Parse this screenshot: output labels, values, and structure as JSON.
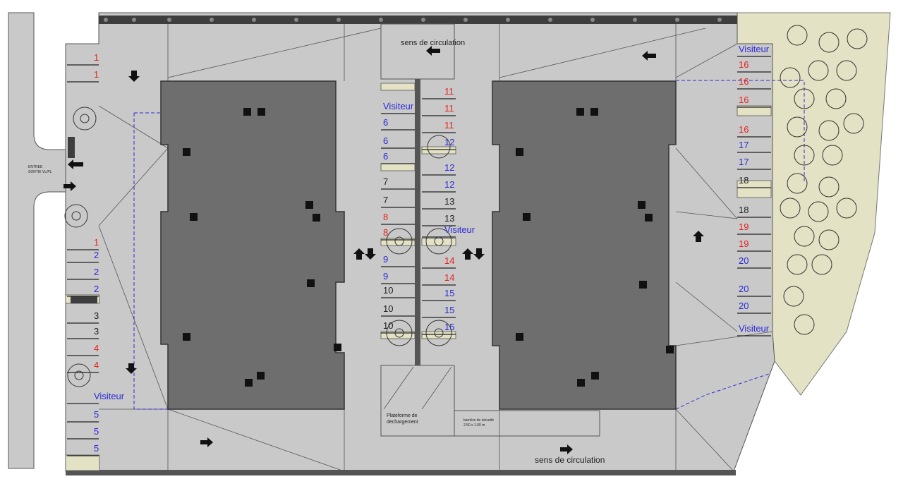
{
  "colors": {
    "red": "#e8221c",
    "blue": "#2a2ad6",
    "black": "#222222",
    "building": "#6e6e6e",
    "ground": "#c9c9c9",
    "green": "#e4e2c4"
  },
  "labels": {
    "circulation_top": "sens de circulation",
    "circulation_bottom": "sens de circulation",
    "entree": "ENTREE",
    "sortie": "SORTIE VL/PL",
    "plateforme_1": "Plateforme de",
    "plateforme_2": "dechargement",
    "barriere_1": "barrière de sécurité",
    "barriere_2": "2.50 x 1.00 m"
  },
  "parking_left": [
    {
      "text": "1",
      "c": "red"
    },
    {
      "text": "1",
      "c": "red"
    },
    {
      "text": "1",
      "c": "red"
    },
    {
      "text": "2",
      "c": "blue"
    },
    {
      "text": "2",
      "c": "blue"
    },
    {
      "text": "2",
      "c": "blue"
    },
    {
      "text": "3",
      "c": "black"
    },
    {
      "text": "3",
      "c": "black"
    },
    {
      "text": "4",
      "c": "red"
    },
    {
      "text": "4",
      "c": "red"
    },
    {
      "text": "Visiteur",
      "c": "blue"
    },
    {
      "text": "5",
      "c": "blue"
    },
    {
      "text": "5",
      "c": "blue"
    },
    {
      "text": "5",
      "c": "blue"
    }
  ],
  "parking_mid_left": [
    {
      "text": "Visiteur",
      "c": "blue"
    },
    {
      "text": "6",
      "c": "blue"
    },
    {
      "text": "6",
      "c": "blue"
    },
    {
      "text": "6",
      "c": "blue"
    },
    {
      "text": "7",
      "c": "black"
    },
    {
      "text": "7",
      "c": "black"
    },
    {
      "text": "8",
      "c": "red"
    },
    {
      "text": "8",
      "c": "red"
    },
    {
      "text": "9",
      "c": "blue"
    },
    {
      "text": "9",
      "c": "blue"
    },
    {
      "text": "10",
      "c": "black"
    },
    {
      "text": "10",
      "c": "black"
    },
    {
      "text": "10",
      "c": "black"
    }
  ],
  "parking_mid_right": [
    {
      "text": "11",
      "c": "red"
    },
    {
      "text": "11",
      "c": "red"
    },
    {
      "text": "11",
      "c": "red"
    },
    {
      "text": "12",
      "c": "blue"
    },
    {
      "text": "12",
      "c": "blue"
    },
    {
      "text": "12",
      "c": "blue"
    },
    {
      "text": "13",
      "c": "black"
    },
    {
      "text": "13",
      "c": "black"
    },
    {
      "text": "Visiteur",
      "c": "blue"
    },
    {
      "text": "14",
      "c": "red"
    },
    {
      "text": "14",
      "c": "red"
    },
    {
      "text": "15",
      "c": "blue"
    },
    {
      "text": "15",
      "c": "blue"
    },
    {
      "text": "15",
      "c": "blue"
    }
  ],
  "parking_right": [
    {
      "text": "Visiteur",
      "c": "blue"
    },
    {
      "text": "16",
      "c": "red"
    },
    {
      "text": "16",
      "c": "red"
    },
    {
      "text": "16",
      "c": "red"
    },
    {
      "text": "16",
      "c": "red"
    },
    {
      "text": "17",
      "c": "blue"
    },
    {
      "text": "17",
      "c": "blue"
    },
    {
      "text": "18",
      "c": "black"
    },
    {
      "text": "18",
      "c": "black"
    },
    {
      "text": "19",
      "c": "red"
    },
    {
      "text": "19",
      "c": "red"
    },
    {
      "text": "20",
      "c": "blue"
    },
    {
      "text": "20",
      "c": "blue"
    },
    {
      "text": "20",
      "c": "blue"
    },
    {
      "text": "Visiteur",
      "c": "blue"
    }
  ]
}
